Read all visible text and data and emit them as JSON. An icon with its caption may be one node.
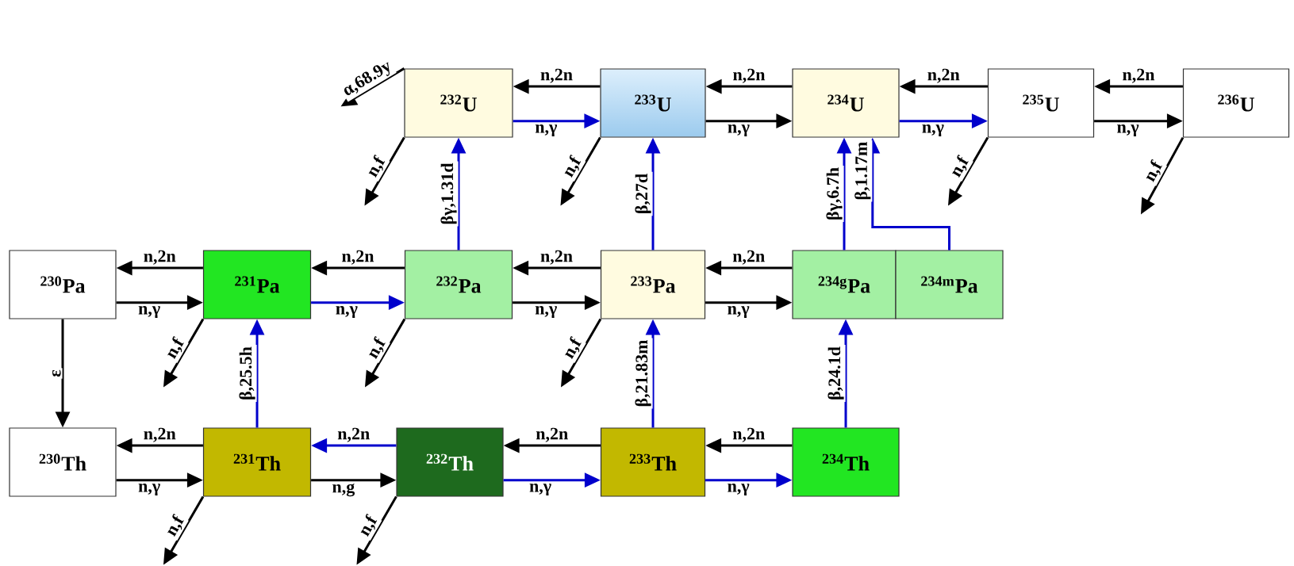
{
  "diagram": {
    "nodes": [
      {
        "text": [
          "$^{232}$U"
        ]
      },
      {
        "text": [
          "$^{233}$U"
        ]
      },
      {
        "text": [
          "$^{234}$U"
        ]
      },
      {
        "text": [
          "$^{235}$U"
        ]
      },
      {
        "text": [
          "$^{236}$U"
        ]
      },
      {
        "text": [
          "$^{230}$Pa"
        ]
      },
      {
        "text": [
          "$^{231}$Pa"
        ]
      },
      {
        "text": [
          "$^{232}$Pa"
        ]
      },
      {
        "text": [
          "$^{233}$Pa"
        ]
      },
      {
        "text": [
          "$^{234g}$Pa"
        ]
      },
      {
        "text": [
          "$^{234m}$Pa"
        ]
      },
      {
        "text": [
          "$^{230}$Th"
        ]
      },
      {
        "text": [
          "$^{231}$Th"
        ]
      },
      {
        "text": [
          "$^{232}$Th"
        ]
      },
      {
        "text": [
          "$^{233}$Th"
        ]
      },
      {
        "text": [
          "$^{234}$Th"
        ]
      }
    ],
    "edges": [
      {
        "from": 1,
        "to": 0,
        "arrow": "to",
        "label": "n,2n"
      },
      {
        "from": 0,
        "to": 1,
        "arrow": "to",
        "label": "n,γ",
        "color": "#0000cc"
      },
      {
        "from": 2,
        "to": 1,
        "arrow": "to",
        "label": "n,2n"
      },
      {
        "from": 1,
        "to": 2,
        "arrow": "to",
        "label": "n,γ"
      },
      {
        "from": 3,
        "to": 2,
        "arrow": "to",
        "label": "n,2n"
      },
      {
        "from": 2,
        "to": 3,
        "arrow": "to",
        "label": "n,γ",
        "color": "#0000cc"
      },
      {
        "from": 4,
        "to": 3,
        "arrow": "to",
        "label": "n,2n"
      },
      {
        "from": 3,
        "to": 4,
        "arrow": "to",
        "label": "n,γ"
      },
      {
        "from": 0,
        "to": null,
        "arrow": "to",
        "label": "α,68.9y"
      },
      {
        "from": 0,
        "to": null,
        "arrow": "to",
        "label": "n,f"
      },
      {
        "from": 1,
        "to": null,
        "arrow": "to",
        "label": "n,f"
      },
      {
        "from": 3,
        "to": null,
        "arrow": "to",
        "label": "n,f"
      },
      {
        "from": 4,
        "to": null,
        "arrow": "to",
        "label": "n,f"
      },
      {
        "from": 7,
        "to": 0,
        "arrow": "to",
        "label": "βγ,1.31d",
        "color": "#0000cc"
      },
      {
        "from": 8,
        "to": 1,
        "arrow": "to",
        "label": "β,27d",
        "color": "#0000cc"
      },
      {
        "from": 9,
        "to": 2,
        "arrow": "to",
        "label": "βγ,6.7h",
        "color": "#0000cc"
      },
      {
        "from": 10,
        "to": 2,
        "arrow": "to",
        "label": "β,1.17m",
        "color": "#0000cc"
      },
      {
        "from": 6,
        "to": 5,
        "arrow": "to",
        "label": "n,2n"
      },
      {
        "from": 5,
        "to": 6,
        "arrow": "to",
        "label": "n,γ"
      },
      {
        "from": 7,
        "to": 6,
        "arrow": "to",
        "label": "n,2n"
      },
      {
        "from": 6,
        "to": 7,
        "arrow": "to",
        "label": "n,γ",
        "color": "#0000cc"
      },
      {
        "from": 8,
        "to": 7,
        "arrow": "to",
        "label": "n,2n"
      },
      {
        "from": 7,
        "to": 8,
        "arrow": "to",
        "label": "n,γ"
      },
      {
        "from": 9,
        "to": 8,
        "arrow": "to",
        "label": "n,2n"
      },
      {
        "from": 8,
        "to": 9,
        "arrow": "to",
        "label": "n,γ"
      },
      {
        "from": 5,
        "to": 11,
        "arrow": "to",
        "label": "ε"
      },
      {
        "from": 6,
        "to": null,
        "arrow": "to",
        "label": "n,f"
      },
      {
        "from": 7,
        "to": null,
        "arrow": "to",
        "label": "n,f"
      },
      {
        "from": 8,
        "to": null,
        "arrow": "to",
        "label": "n,f"
      },
      {
        "from": 12,
        "to": 11,
        "arrow": "to",
        "label": "n,2n"
      },
      {
        "from": 11,
        "to": 12,
        "arrow": "to",
        "label": "n,γ"
      },
      {
        "from": 13,
        "to": 12,
        "arrow": "to",
        "label": "n,2n",
        "color": "#0000cc"
      },
      {
        "from": 12,
        "to": 13,
        "arrow": "to",
        "label": "n,g"
      },
      {
        "from": 14,
        "to": 13,
        "arrow": "to",
        "label": "n,2n"
      },
      {
        "from": 13,
        "to": 14,
        "arrow": "to",
        "label": "n,γ",
        "color": "#0000cc"
      },
      {
        "from": 15,
        "to": 14,
        "arrow": "to",
        "label": "n,2n"
      },
      {
        "from": 14,
        "to": 15,
        "arrow": "to",
        "label": "n,γ",
        "color": "#0000cc"
      },
      {
        "from": 12,
        "to": 6,
        "arrow": "to",
        "label": "β,25.5h",
        "color": "#0000cc"
      },
      {
        "from": 14,
        "to": 8,
        "arrow": "to",
        "label": "β,21.83m",
        "color": "#0000cc"
      },
      {
        "from": 15,
        "to": 9,
        "arrow": "to",
        "label": "β,24.1d",
        "color": "#0000cc"
      },
      {
        "from": 12,
        "to": null,
        "arrow": "to",
        "label": "n,f"
      },
      {
        "from": 13,
        "to": null,
        "arrow": "to",
        "label": "n,f"
      }
    ]
  }
}
